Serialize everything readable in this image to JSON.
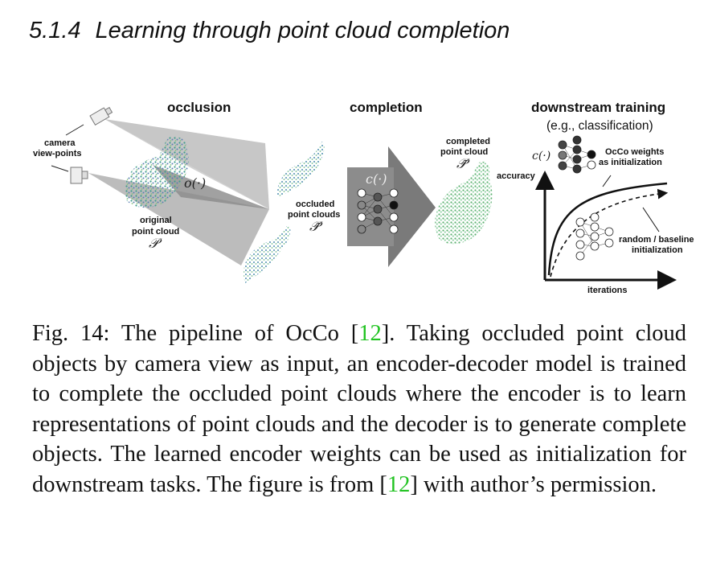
{
  "section": {
    "number": "5.1.4",
    "title": "Learning through point cloud completion"
  },
  "figure": {
    "stage_occlusion": "occlusion",
    "stage_completion": "completion",
    "stage_downstream": "downstream training",
    "downstream_sub": "(e.g., classification)",
    "camera_label_1": "camera",
    "camera_label_2": "view-points",
    "occlusion_fn": "o(·)",
    "original_1": "original",
    "original_2": "point cloud",
    "original_sym": "𝒫",
    "occluded_1": "occluded",
    "occluded_2": "point clouds",
    "occluded_sym": "𝒫̃",
    "completion_fn": "c(·)",
    "completed_1": "completed",
    "completed_2": "point cloud",
    "completed_sym": "𝒫̃",
    "downstream_fn": "c(·)",
    "accuracy": "accuracy",
    "occo_1": "OcCo weights",
    "occo_2": "as initialization",
    "random_1": "random / baseline",
    "random_2": "initialization",
    "iterations": "iterations",
    "colors": {
      "point_cloud_teal": "#3f9c8c",
      "point_cloud_blue": "#5a7fb0",
      "point_cloud_green": "#7fc07a",
      "occlusion_gray": "#b8b8b8",
      "completion_box": "#7a7a7a"
    }
  },
  "caption": {
    "prefix": "Fig. 14: The pipeline of OcCo [",
    "cite1": "12",
    "middle": "]. Taking occluded point cloud objects by camera view as input, an encoder-decoder model is trained to complete the occluded point clouds where the encoder is to learn representations of point clouds and the decoder is to generate complete objects. The learned encoder weights can be used as initialization for downstream tasks. The figure is from [",
    "cite2": "12",
    "suffix": "] with author’s permission."
  }
}
